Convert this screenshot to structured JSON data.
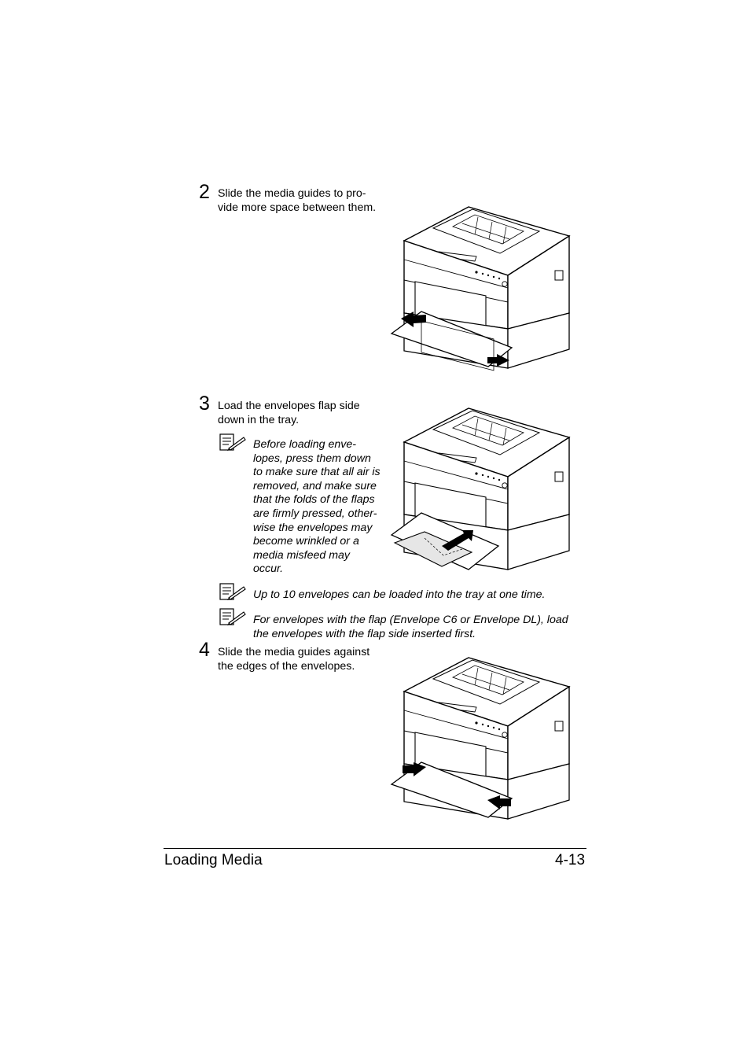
{
  "steps": [
    {
      "number": "2",
      "text": "Slide the media guides to pro-\nvide more space between them."
    },
    {
      "number": "3",
      "text": "Load the envelopes flap side\ndown in the tray."
    },
    {
      "number": "4",
      "text": "Slide the media guides against\nthe edges of the envelopes."
    }
  ],
  "notes": [
    {
      "text": "Before loading enve-\nlopes, press them down\nto make sure that all air is\nremoved, and make sure\nthat the folds of the flaps\nare firmly pressed, other-\nwise the envelopes may\nbecome wrinkled or a\nmedia misfeed may\noccur."
    },
    {
      "text": "Up to 10 envelopes can be loaded into the tray at one time."
    },
    {
      "text": "For envelopes with the flap (Envelope C6 or Envelope DL), load\nthe envelopes with the flap side inserted first."
    }
  ],
  "footer": {
    "section": "Loading Media",
    "page": "4-13"
  },
  "icons": [
    "note-pencil-icon",
    "printer-illustration",
    "arrow-icon",
    "envelope-icon"
  ]
}
